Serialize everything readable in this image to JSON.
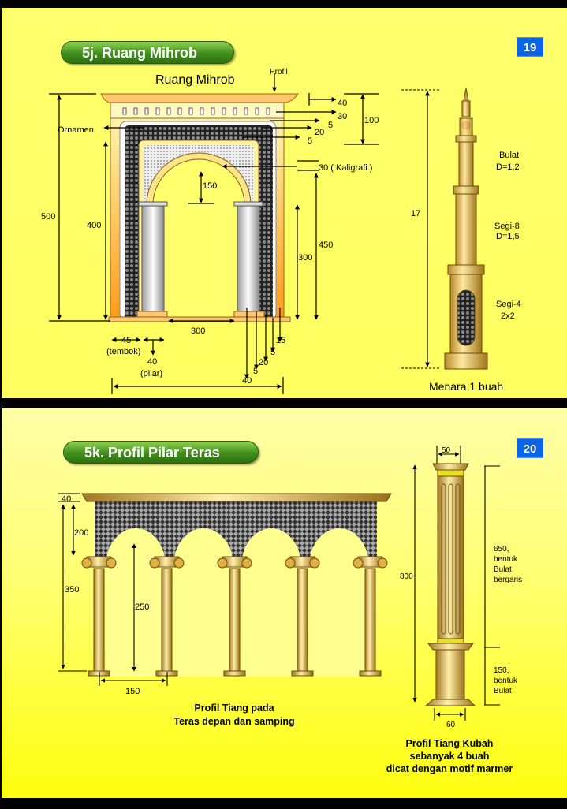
{
  "slide1": {
    "title": "5j. Ruang Mihrob",
    "page": "19",
    "drawing_title": "Ruang Mihrob",
    "labels": [
      "Profil",
      "40",
      "30",
      "5",
      "20",
      "5",
      "100",
      "Ornamen",
      "30 ( Kaligrafi )",
      "150",
      "500",
      "400",
      "450",
      "300",
      "300",
      "45",
      "(tembok)",
      "40",
      "(pilar)",
      "15",
      "5",
      "20",
      "5",
      "40"
    ],
    "minaret": {
      "labels": [
        "Bulat",
        "D=1,2",
        "17",
        "Segi-8",
        "D=1,5",
        "Segi-4",
        "2x2"
      ],
      "caption": "Menara 1 buah"
    }
  },
  "slide2": {
    "title": "5k. Profil Pilar Teras",
    "page": "20",
    "labels": [
      "40",
      "200",
      "350",
      "250",
      "150"
    ],
    "caption": [
      "Profil Tiang pada",
      "Teras depan dan samping"
    ],
    "column": {
      "labels": [
        "50",
        "800",
        "650,",
        "bentuk",
        "Bulat",
        "bergaris",
        "150,",
        "bentuk",
        "Bulat",
        "60"
      ],
      "caption": [
        "Profil Tiang Kubah",
        "sebanyak 4 buah",
        "dicat dengan motif marmer"
      ]
    }
  }
}
